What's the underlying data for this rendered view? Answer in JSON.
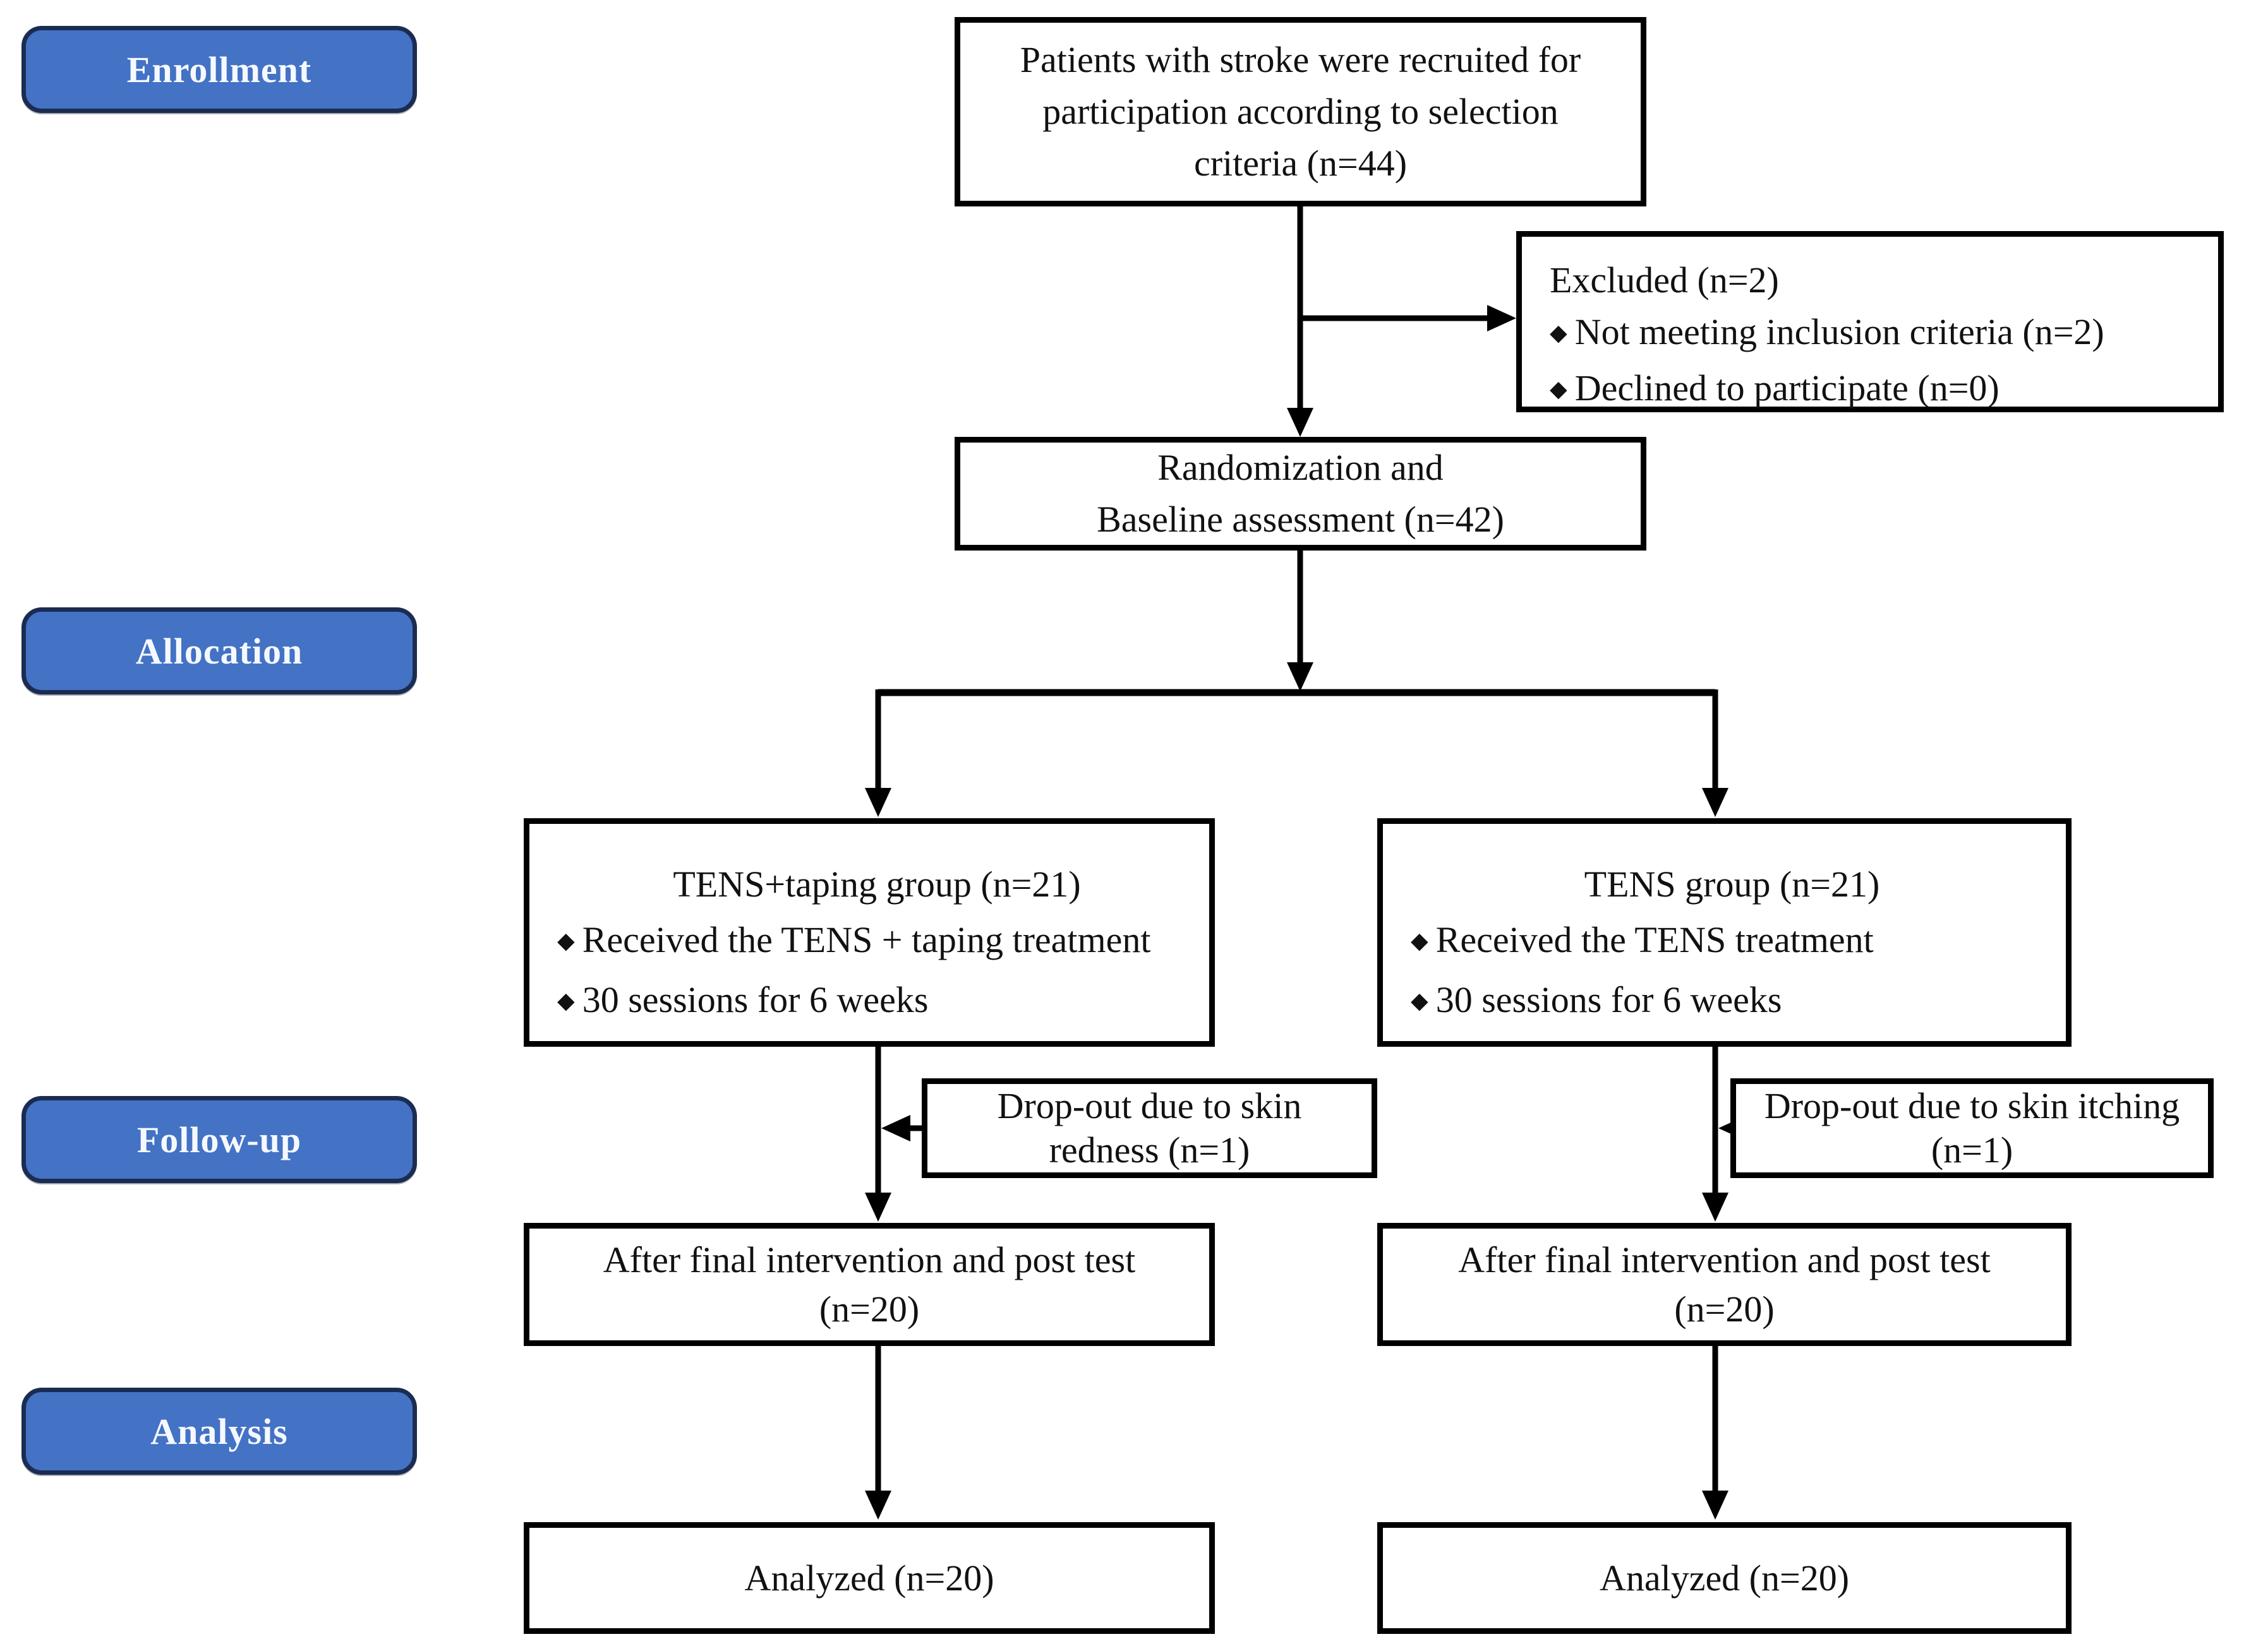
{
  "diagram_type": "CONSORT participant flow diagram",
  "stages": [
    {
      "id": "enrollment",
      "label": "Enrollment"
    },
    {
      "id": "allocation",
      "label": "Allocation"
    },
    {
      "id": "followup",
      "label": "Follow-up"
    },
    {
      "id": "analysis",
      "label": "Analysis"
    }
  ],
  "boxes": {
    "recruited": {
      "lines": [
        "Patients with stroke were recruited for",
        "participation according to selection",
        "criteria (n=44)"
      ]
    },
    "excluded": {
      "title": "Excluded (n=2)",
      "items": [
        "Not meeting inclusion criteria (n=2)",
        "Declined to participate (n=0)"
      ]
    },
    "randomization": {
      "lines": [
        "Randomization and",
        "Baseline assessment (n=42)"
      ]
    },
    "group_left": {
      "title": "TENS+taping group (n=21)",
      "items": [
        "Received the TENS + taping treatment",
        "30 sessions for 6 weeks"
      ]
    },
    "group_right": {
      "title": "TENS group (n=21)",
      "items": [
        "Received the TENS treatment",
        "30 sessions for 6 weeks"
      ]
    },
    "dropout_left": {
      "lines": [
        "Drop-out due to skin",
        "redness (n=1)"
      ]
    },
    "dropout_right": {
      "lines": [
        "Drop-out due to skin itching",
        "(n=1)"
      ]
    },
    "after_left": {
      "lines": [
        "After final intervention and post test",
        "(n=20)"
      ]
    },
    "after_right": {
      "lines": [
        "After final intervention and post test",
        "(n=20)"
      ]
    },
    "analyzed_left": {
      "lines": [
        "Analyzed (n=20)"
      ]
    },
    "analyzed_right": {
      "lines": [
        "Analyzed (n=20)"
      ]
    }
  },
  "icons": {
    "bullet": "◆"
  },
  "colors": {
    "stage_fill": "#4472C4",
    "stage_border": "#1B2C52",
    "stage_text": "#F5F9FF",
    "box_border": "#000000"
  }
}
